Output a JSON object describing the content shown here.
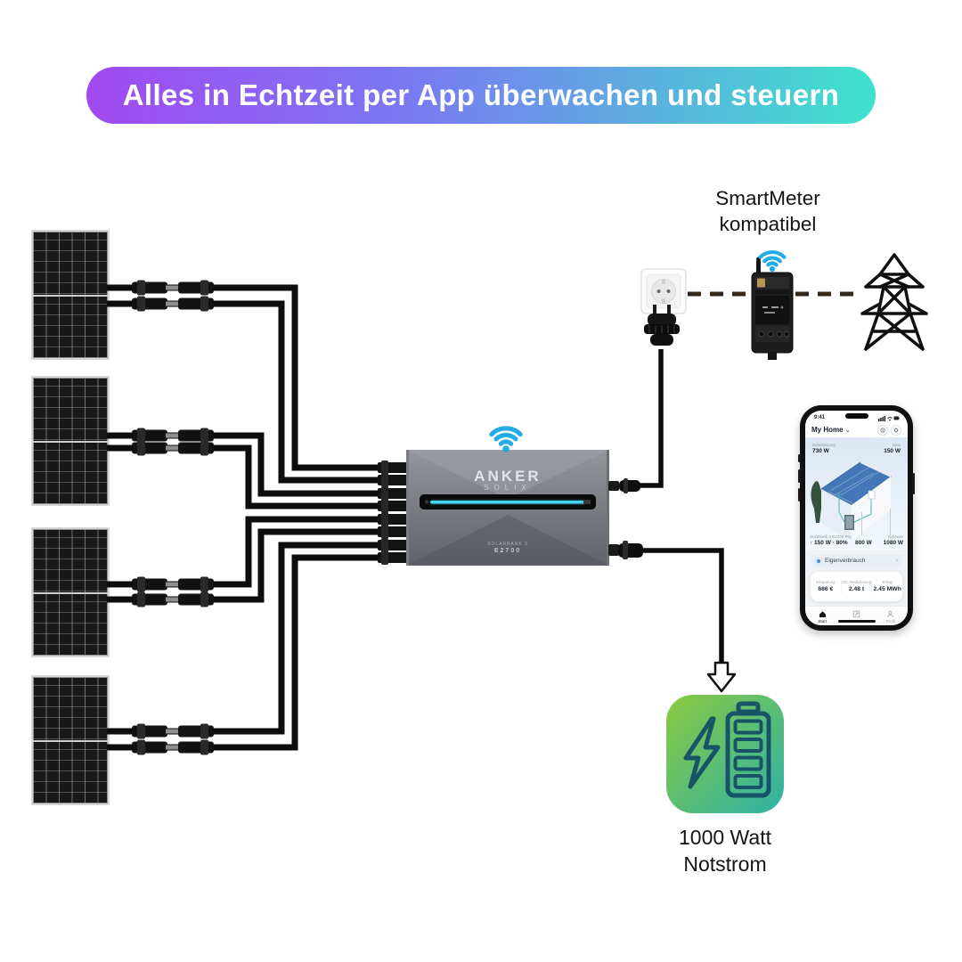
{
  "banner": {
    "text": "Alles in Echtzeit per App überwachen und steuern"
  },
  "smart_meter_label": {
    "line1": "SmartMeter",
    "line2": "kompatibel"
  },
  "inverter": {
    "brand": "ANKER",
    "sub_brand": "SOLIX",
    "model_line1": "SOLARBANK 3",
    "model_line2": "E2700"
  },
  "backup_label": {
    "line1": "1000 Watt",
    "line2": "Notstrom"
  },
  "icons": {
    "header_chevron": "⌄",
    "row_chevron": "›"
  },
  "colors": {
    "banner_from": "#A149F0",
    "banner_mid": "#7B78F3",
    "banner_to": "#3EE2CC",
    "wifi": "#23ACE6",
    "led": "#45D4EF",
    "battery_from": "#8AC940",
    "battery_to": "#2FB2A6"
  },
  "phone": {
    "status_time": "9:41",
    "header_title": "My Home",
    "hero": {
      "solar_label": "Solarleistung",
      "solar_value": "730 W",
      "grid_label": "Netz",
      "grid_value": "150 W",
      "battery_label": "Solarbank 3 E2700 Pro",
      "battery_value": "↑ 150 W · 80%",
      "inverter_value": "800 W",
      "home_label": "Zuhause",
      "home_value": "1080 W"
    },
    "self_use_label": "Eigenverbrauch",
    "stats": [
      {
        "label": "Einsparung",
        "value": "686 €"
      },
      {
        "label": "CO₂-Reduzierung",
        "value": "2.48 t"
      },
      {
        "label": "Ertrag",
        "value": "2.45 MWh"
      }
    ],
    "nav": [
      {
        "label": "Start"
      },
      {
        "label": "Szenen"
      },
      {
        "label": "Profil"
      }
    ]
  }
}
